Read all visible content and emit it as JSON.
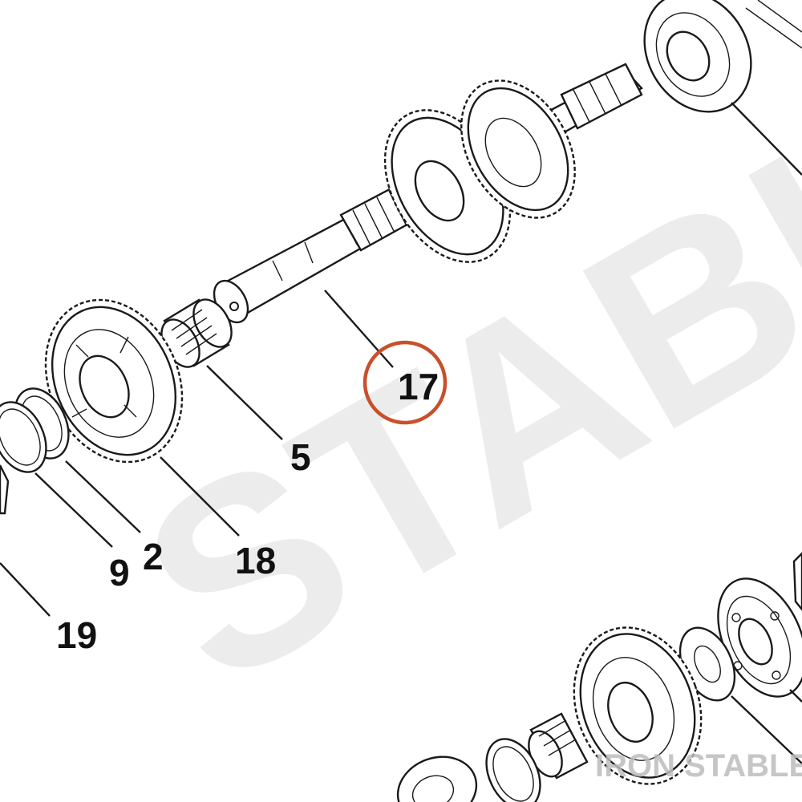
{
  "diagram": {
    "watermark": "STABI",
    "brand_watermark": "IRON STABLE",
    "highlight_color": "#c8502a",
    "highlighted_part": "17",
    "callouts": [
      {
        "id": "17",
        "label": "17"
      },
      {
        "id": "5",
        "label": "5"
      },
      {
        "id": "18",
        "label": "18"
      },
      {
        "id": "2",
        "label": "2"
      },
      {
        "id": "9",
        "label": "9"
      },
      {
        "id": "19",
        "label": "19"
      }
    ]
  }
}
